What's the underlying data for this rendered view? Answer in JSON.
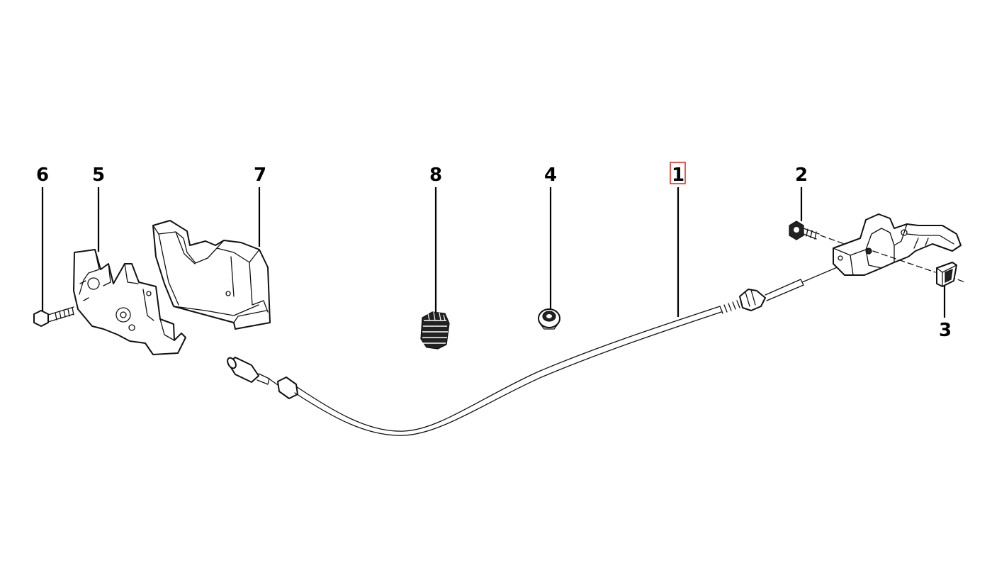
{
  "callouts": {
    "c6": "6",
    "c5": "5",
    "c7": "7",
    "c8": "8",
    "c4": "4",
    "c1": "1",
    "c2": "2",
    "c3": "3"
  },
  "highlight_color": "#d9372b",
  "highlighted_callout": "1"
}
